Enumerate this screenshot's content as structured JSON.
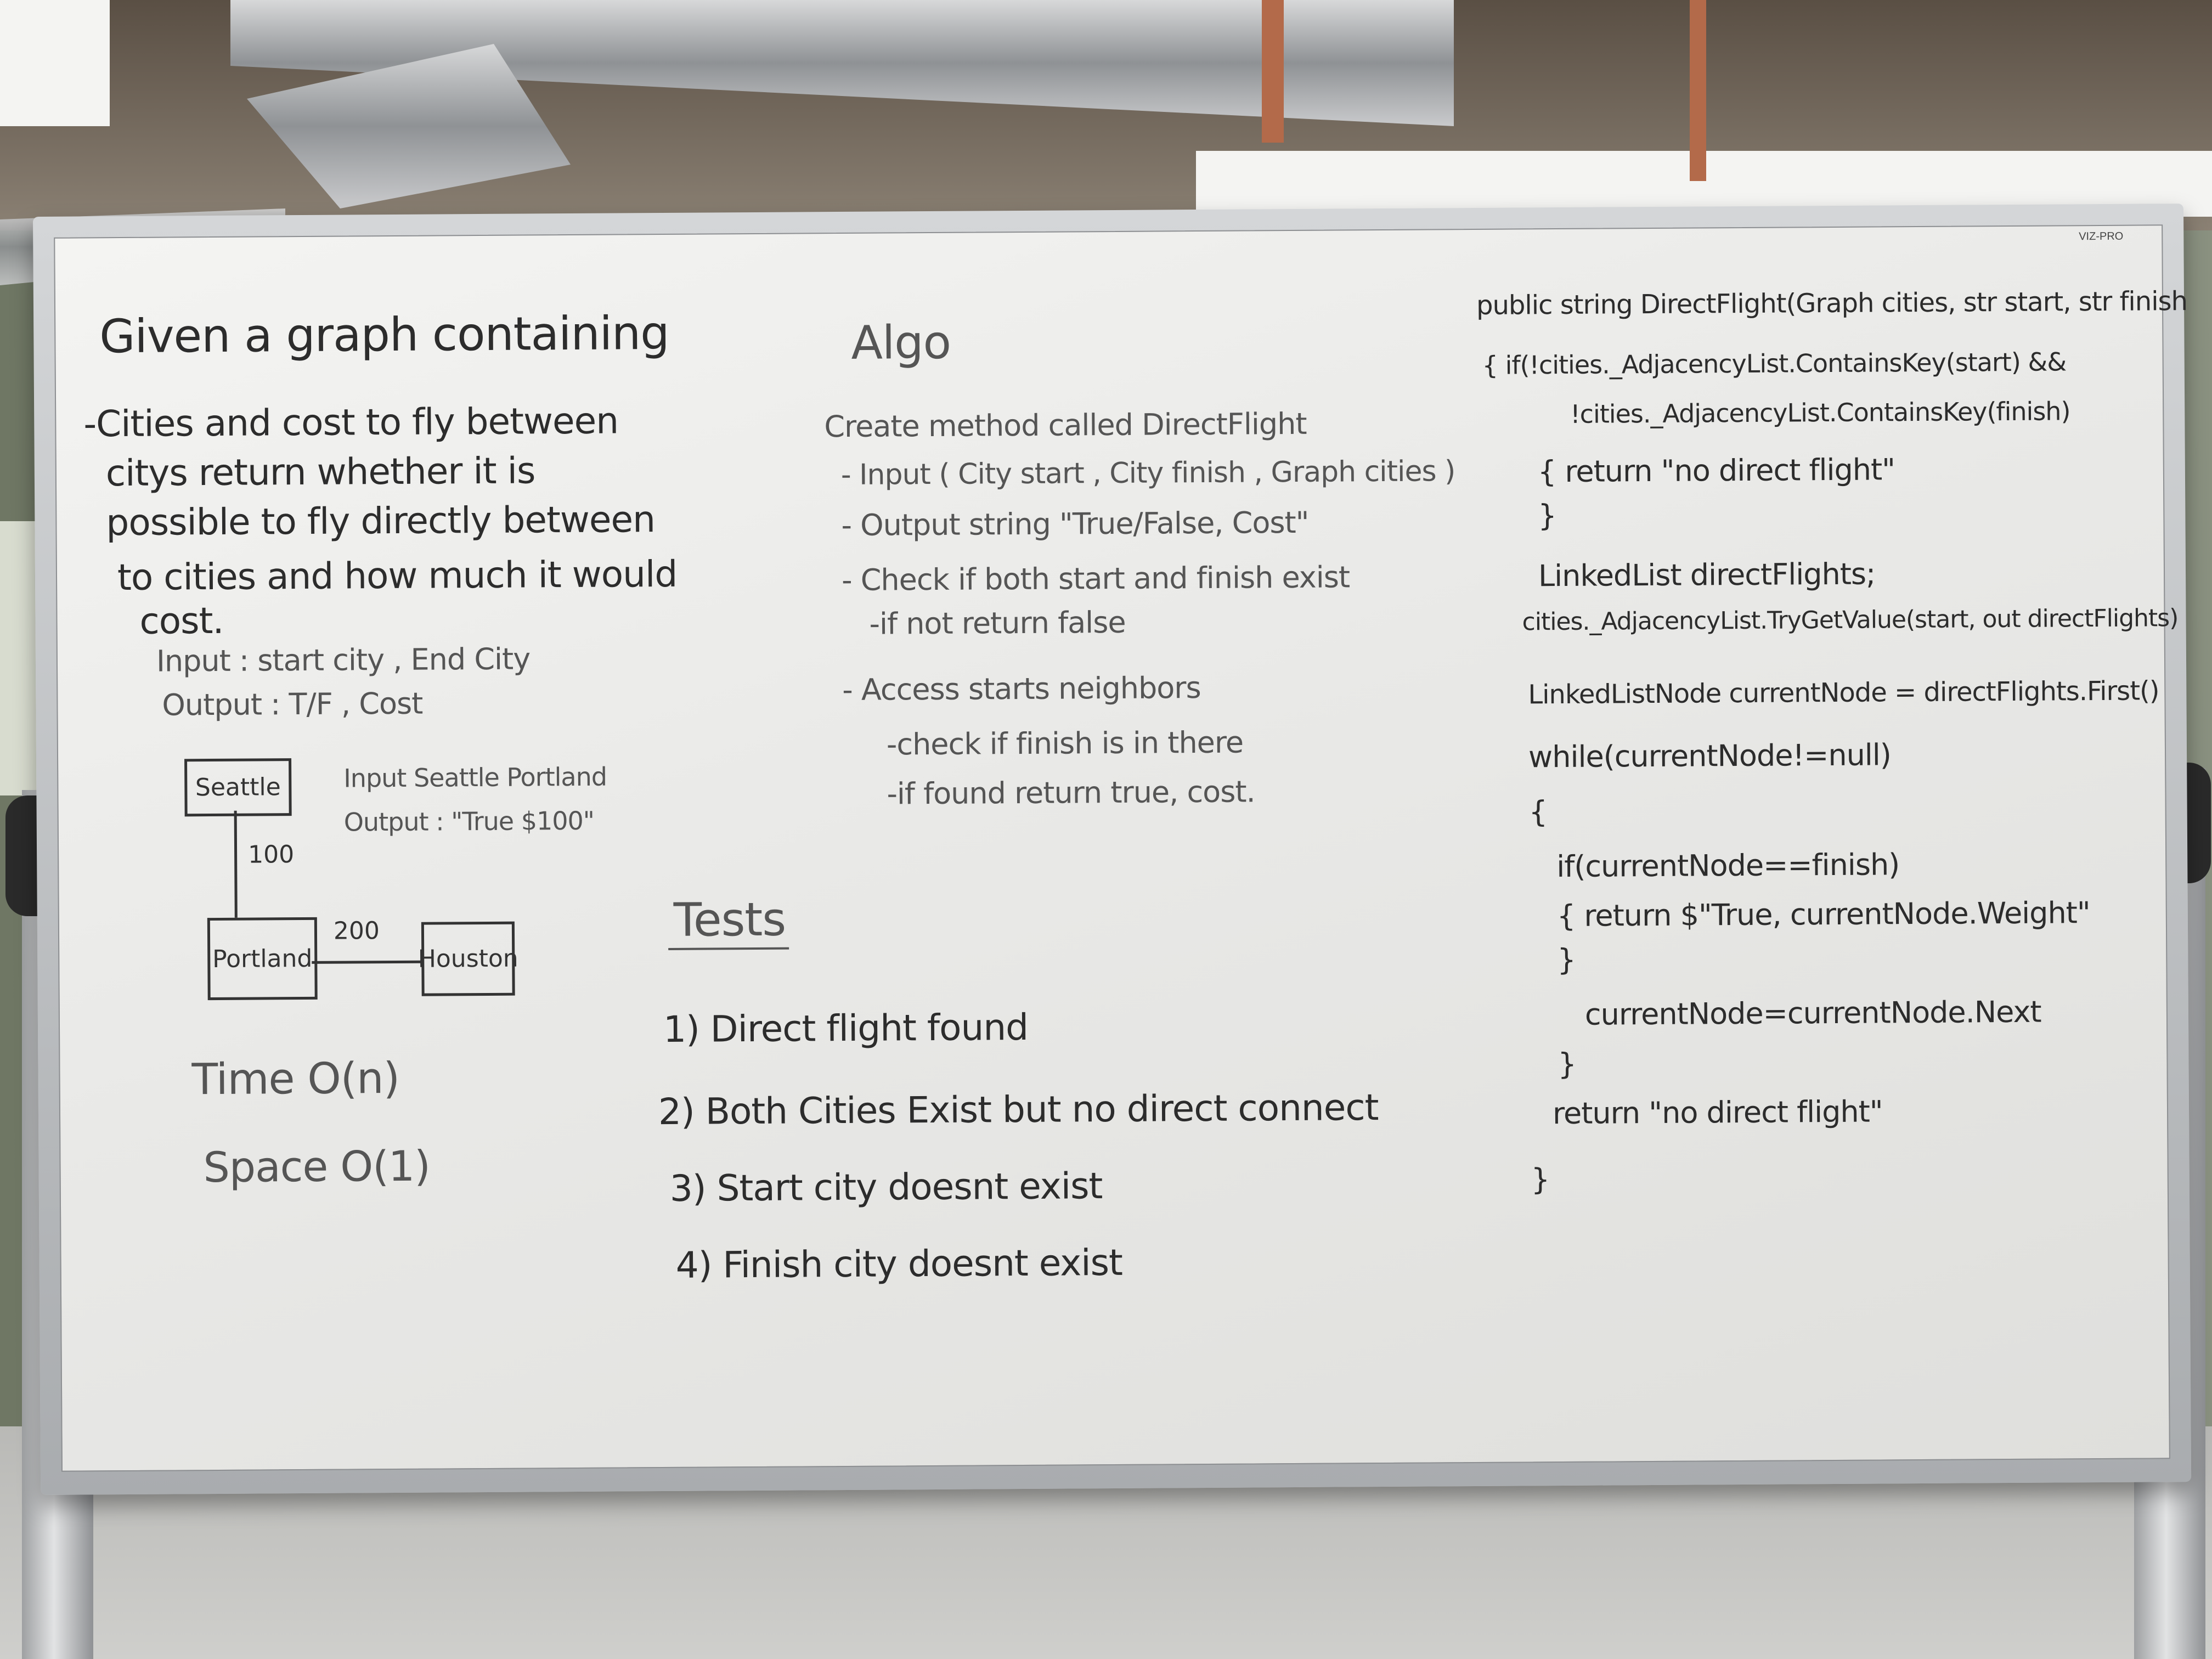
{
  "board": {
    "brand": "VIZ-PRO",
    "left_column": {
      "title": "Given a graph containing",
      "problem_lines": [
        "-Cities and cost to fly between",
        "citys return whether it is",
        "possible to fly directly between",
        "to cities and how much it would",
        "cost."
      ],
      "io_lines": [
        "Input : start city , End City",
        "Output : T/F , Cost"
      ],
      "example_input": "Input Seattle Portland",
      "example_output": "Output : \"True $100\"",
      "graph": {
        "nodes": [
          "Seattle",
          "Portland",
          "Houston"
        ],
        "edges": [
          {
            "from": "Seattle",
            "to": "Portland",
            "label": "100"
          },
          {
            "from": "Portland",
            "to": "Houston",
            "label": "200"
          }
        ]
      },
      "time": "Time O(n)",
      "space": "Space O(1)"
    },
    "middle_column": {
      "title": "Algo",
      "lines": [
        "Create method called DirectFlight",
        "- Input ( City start , City finish , Graph cities )",
        "- Output string \"True/False, Cost\"",
        "- Check if both start and finish exist",
        "-if not return false",
        "- Access starts neighbors",
        "-check if finish is in there",
        "-if found return true, cost."
      ],
      "tests_title": "Tests",
      "tests": [
        "1) Direct flight found",
        "2) Both Cities Exist but no direct connect",
        "3) Start city doesnt exist",
        "4) Finish city doesnt exist"
      ]
    },
    "right_column": {
      "code_lines": [
        "public string DirectFlight(Graph cities, str start, str finish",
        "{ if(!cities._AdjacencyList.ContainsKey(start) &&",
        "!cities._AdjacencyList.ContainsKey(finish)",
        "{ return \"no direct flight\"",
        "}",
        "LinkedList directFlights;",
        "cities._AdjacencyList.TryGetValue(start, out directFlights)",
        "LinkedListNode currentNode = directFlights.First()",
        "while(currentNode!=null)",
        "{",
        "if(currentNode==finish)",
        "{ return $\"True, currentNode.Weight\"",
        "}",
        "currentNode=currentNode.Next",
        "}",
        "return \"no direct flight\"",
        "}"
      ]
    }
  }
}
